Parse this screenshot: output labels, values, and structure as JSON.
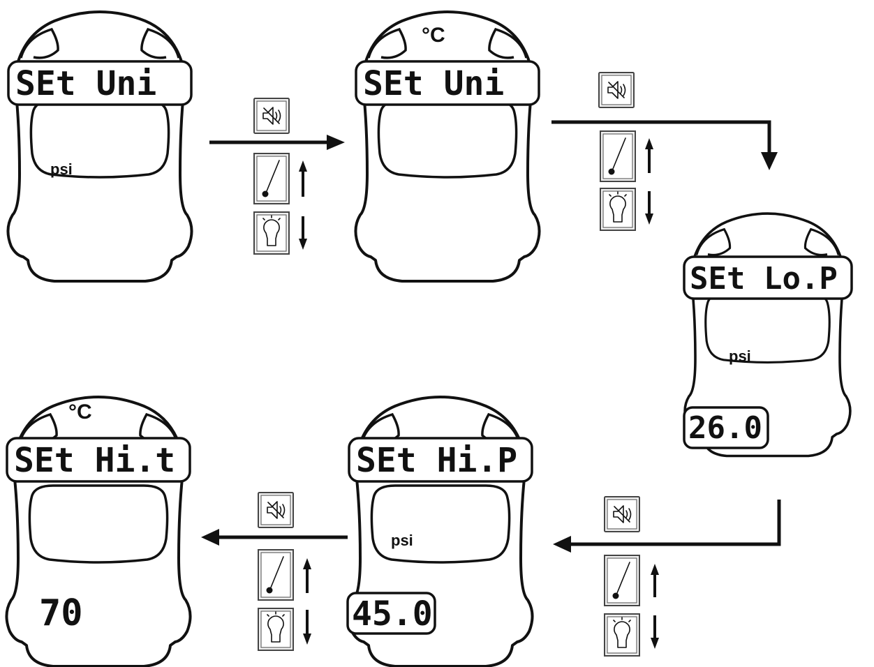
{
  "screens": [
    {
      "id": "set-unit-psi",
      "title": "SEt Uni",
      "unit_top": "",
      "unit_center": "psi",
      "value": ""
    },
    {
      "id": "set-unit-celsius",
      "title": "SEt Uni",
      "unit_top": "°C",
      "unit_center": "",
      "value": ""
    },
    {
      "id": "set-low-pressure",
      "title": "SEt Lo.P",
      "unit_top": "",
      "unit_center": "psi",
      "value": "26.0"
    },
    {
      "id": "set-high-pressure",
      "title": "SEt Hi.P",
      "unit_top": "",
      "unit_center": "psi",
      "value": "45.0"
    },
    {
      "id": "set-high-temp",
      "title": "SEt Hi.t",
      "unit_top": "°C",
      "unit_center": "",
      "value": "70"
    }
  ],
  "buttons": {
    "confirm": {
      "icon": "speaker-icon"
    },
    "up": {
      "icon": "thermometer-icon",
      "direction": "up"
    },
    "down": {
      "icon": "light-bulb-icon",
      "direction": "down"
    }
  },
  "transitions": [
    {
      "from": "set-unit-psi",
      "to": "set-unit-celsius"
    },
    {
      "from": "set-unit-celsius",
      "to": "set-low-pressure"
    },
    {
      "from": "set-low-pressure",
      "to": "set-high-pressure"
    },
    {
      "from": "set-high-pressure",
      "to": "set-high-temp"
    }
  ]
}
